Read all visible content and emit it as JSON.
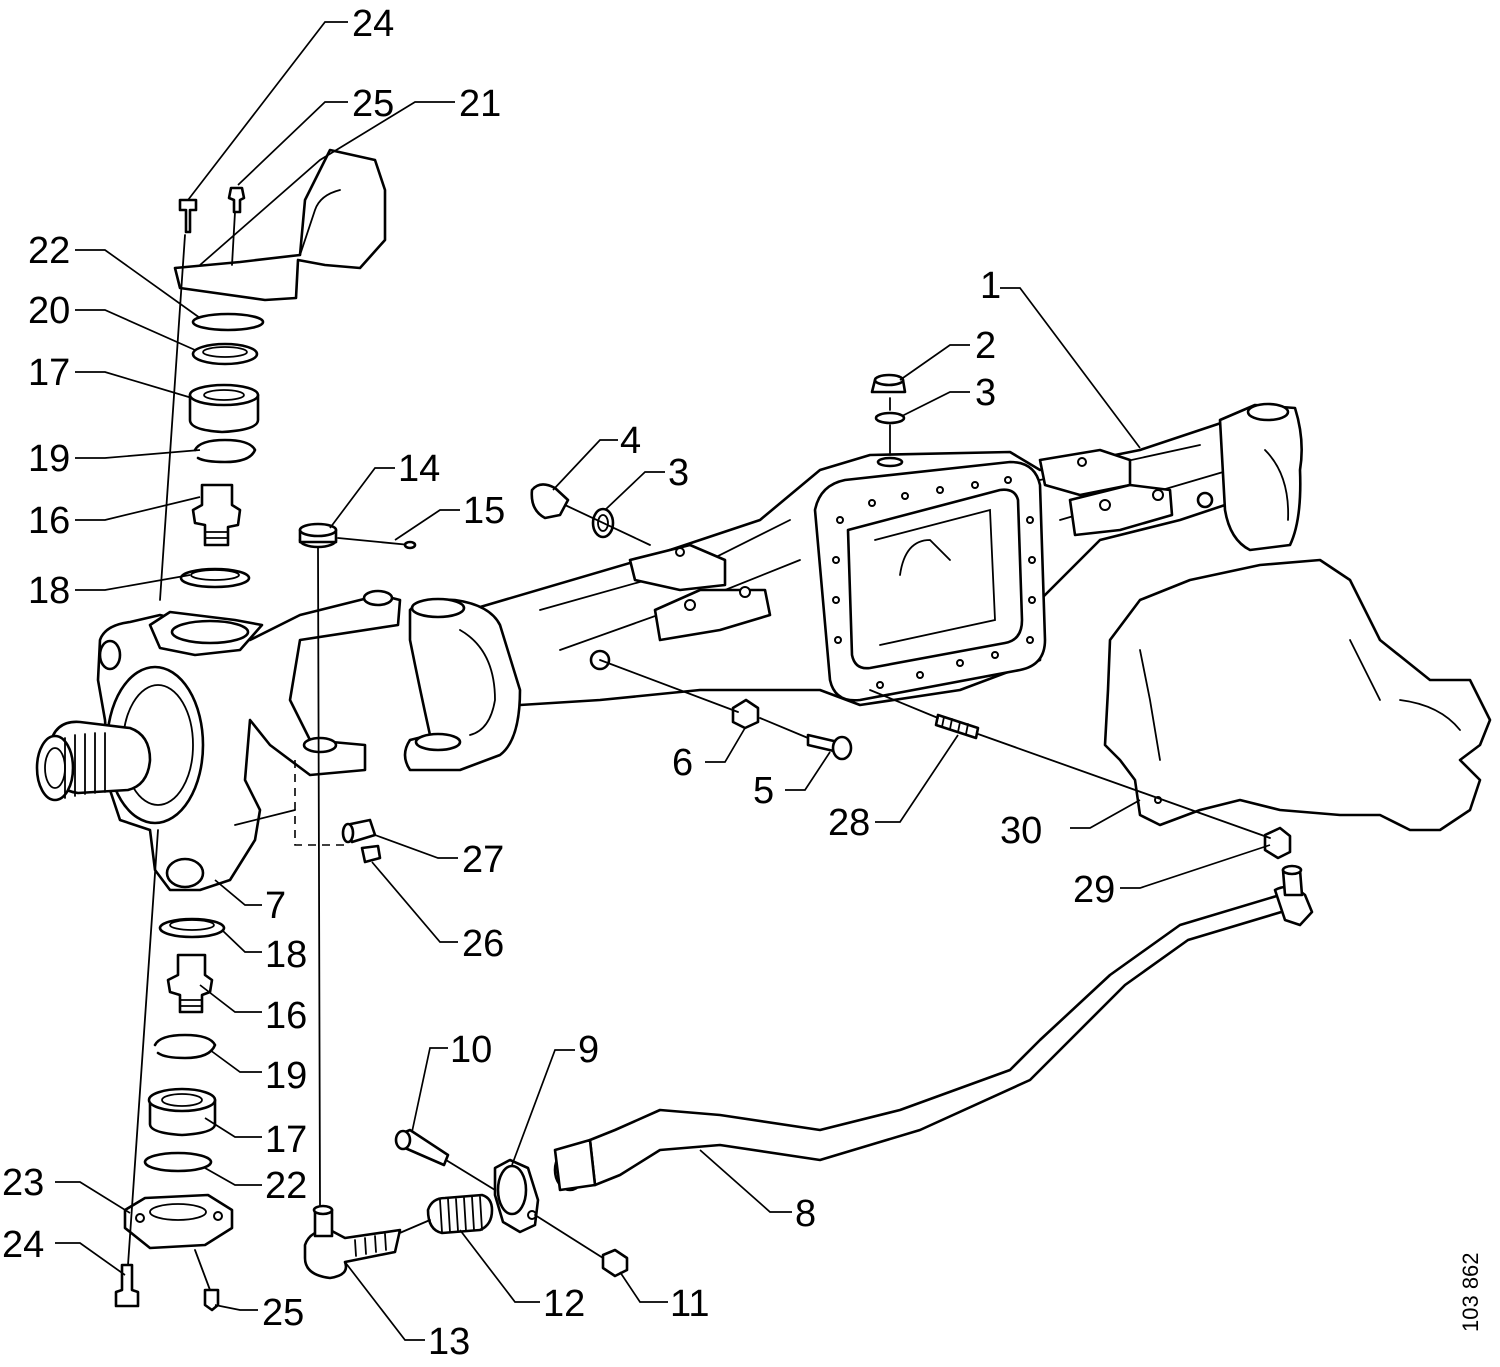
{
  "diagram": {
    "reference_number": "103 862",
    "callouts": [
      {
        "id": "c24a",
        "text": "24"
      },
      {
        "id": "c25a",
        "text": "25"
      },
      {
        "id": "c21",
        "text": "21"
      },
      {
        "id": "c22a",
        "text": "22"
      },
      {
        "id": "c20",
        "text": "20"
      },
      {
        "id": "c17a",
        "text": "17"
      },
      {
        "id": "c19a",
        "text": "19"
      },
      {
        "id": "c16a",
        "text": "16"
      },
      {
        "id": "c18a",
        "text": "18"
      },
      {
        "id": "c14",
        "text": "14"
      },
      {
        "id": "c15",
        "text": "15"
      },
      {
        "id": "c4",
        "text": "4"
      },
      {
        "id": "c3a",
        "text": "3"
      },
      {
        "id": "c2",
        "text": "2"
      },
      {
        "id": "c3b",
        "text": "3"
      },
      {
        "id": "c1",
        "text": "1"
      },
      {
        "id": "c6",
        "text": "6"
      },
      {
        "id": "c5",
        "text": "5"
      },
      {
        "id": "c28",
        "text": "28"
      },
      {
        "id": "c30",
        "text": "30"
      },
      {
        "id": "c29",
        "text": "29"
      },
      {
        "id": "c27",
        "text": "27"
      },
      {
        "id": "c26",
        "text": "26"
      },
      {
        "id": "c7",
        "text": "7"
      },
      {
        "id": "c18b",
        "text": "18"
      },
      {
        "id": "c16b",
        "text": "16"
      },
      {
        "id": "c19b",
        "text": "19"
      },
      {
        "id": "c17b",
        "text": "17"
      },
      {
        "id": "c22b",
        "text": "22"
      },
      {
        "id": "c23",
        "text": "23"
      },
      {
        "id": "c24b",
        "text": "24"
      },
      {
        "id": "c25b",
        "text": "25"
      },
      {
        "id": "c10",
        "text": "10"
      },
      {
        "id": "c9",
        "text": "9"
      },
      {
        "id": "c8",
        "text": "8"
      },
      {
        "id": "c12",
        "text": "12"
      },
      {
        "id": "c11",
        "text": "11"
      },
      {
        "id": "c13",
        "text": "13"
      }
    ]
  }
}
